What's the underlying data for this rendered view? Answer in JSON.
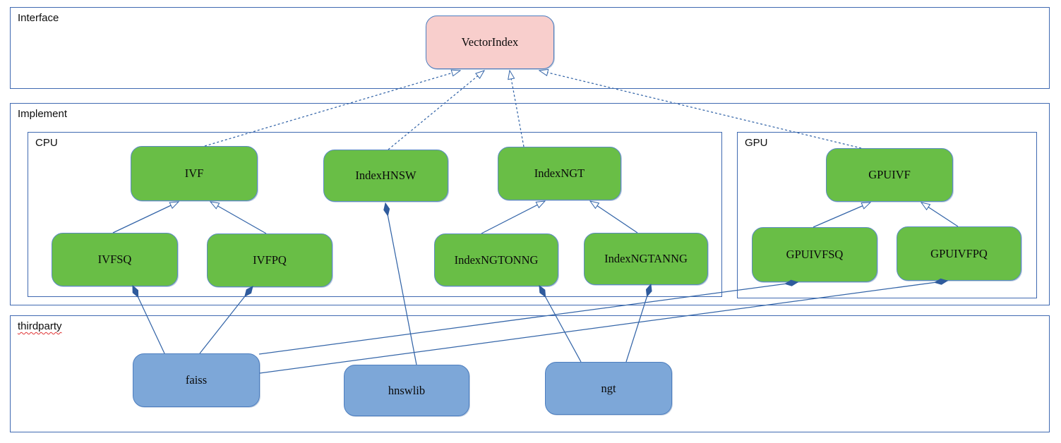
{
  "diagram": {
    "containers": {
      "interface": {
        "label": "Interface"
      },
      "implement": {
        "label": "Implement"
      },
      "cpu": {
        "label": "CPU"
      },
      "gpu": {
        "label": "GPU"
      },
      "thirdparty": {
        "label": "thirdparty",
        "spellcheck_underline": true
      }
    },
    "nodes": {
      "vectorindex": {
        "label": "VectorIndex",
        "kind": "interface",
        "package": "Interface"
      },
      "ivf": {
        "label": "IVF",
        "kind": "class",
        "package": "CPU"
      },
      "indexhnsw": {
        "label": "IndexHNSW",
        "kind": "class",
        "package": "CPU"
      },
      "indexngt": {
        "label": "IndexNGT",
        "kind": "class",
        "package": "CPU"
      },
      "ivfsq": {
        "label": "IVFSQ",
        "kind": "class",
        "package": "CPU"
      },
      "ivfpq": {
        "label": "IVFPQ",
        "kind": "class",
        "package": "CPU"
      },
      "indexngtonng": {
        "label": "IndexNGTONNG",
        "kind": "class",
        "package": "CPU"
      },
      "indexngtanng": {
        "label": "IndexNGTANNG",
        "kind": "class",
        "package": "CPU"
      },
      "gpuivf": {
        "label": "GPUIVF",
        "kind": "class",
        "package": "GPU"
      },
      "gpuivfsq": {
        "label": "GPUIVFSQ",
        "kind": "class",
        "package": "GPU"
      },
      "gpuivfpq": {
        "label": "GPUIVFPQ",
        "kind": "class",
        "package": "GPU"
      },
      "faiss": {
        "label": "faiss",
        "kind": "library",
        "package": "thirdparty"
      },
      "hnswlib": {
        "label": "hnswlib",
        "kind": "library",
        "package": "thirdparty"
      },
      "ngt": {
        "label": "ngt",
        "kind": "library",
        "package": "thirdparty"
      }
    },
    "edges": [
      {
        "from": "ivf",
        "to": "vectorindex",
        "type": "realization"
      },
      {
        "from": "indexhnsw",
        "to": "vectorindex",
        "type": "realization"
      },
      {
        "from": "indexngt",
        "to": "vectorindex",
        "type": "realization"
      },
      {
        "from": "gpuivf",
        "to": "vectorindex",
        "type": "realization"
      },
      {
        "from": "ivfsq",
        "to": "ivf",
        "type": "inheritance"
      },
      {
        "from": "ivfpq",
        "to": "ivf",
        "type": "inheritance"
      },
      {
        "from": "indexngtonng",
        "to": "indexngt",
        "type": "inheritance"
      },
      {
        "from": "indexngtanng",
        "to": "indexngt",
        "type": "inheritance"
      },
      {
        "from": "gpuivfsq",
        "to": "gpuivf",
        "type": "inheritance"
      },
      {
        "from": "gpuivfpq",
        "to": "gpuivf",
        "type": "inheritance"
      },
      {
        "from": "faiss",
        "to": "ivfsq",
        "type": "composition"
      },
      {
        "from": "faiss",
        "to": "ivfpq",
        "type": "composition"
      },
      {
        "from": "faiss",
        "to": "gpuivfsq",
        "type": "composition"
      },
      {
        "from": "faiss",
        "to": "gpuivfpq",
        "type": "composition"
      },
      {
        "from": "hnswlib",
        "to": "indexhnsw",
        "type": "composition"
      },
      {
        "from": "ngt",
        "to": "indexngtonng",
        "type": "composition"
      },
      {
        "from": "ngt",
        "to": "indexngtanng",
        "type": "composition"
      }
    ],
    "colors": {
      "interface-fill": "#f8cecc",
      "class-fill": "#69be46",
      "lib-fill": "#7da7d8",
      "container-border": "#3f69b1",
      "node-border": "#4d7ebf",
      "line": "#3465a8",
      "diamond-fill": "#2f5b9d",
      "squiggle": "#e03434"
    }
  }
}
